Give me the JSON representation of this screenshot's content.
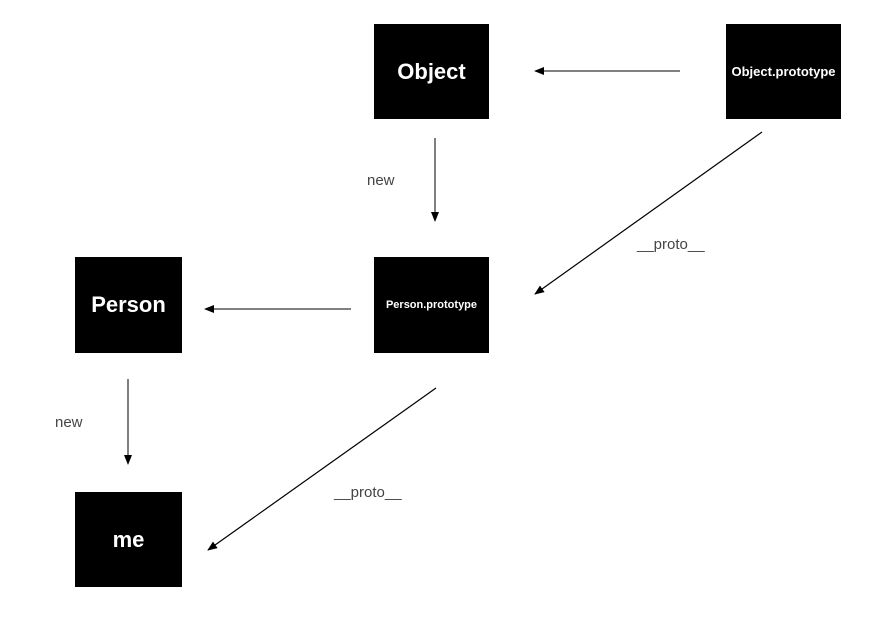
{
  "nodes": {
    "object": "Object",
    "object_prototype": "Object.prototype",
    "person_prototype": "Person.prototype",
    "person": "Person",
    "me": "me"
  },
  "edge_labels": {
    "new_object_to_person_prototype": "new",
    "proto_person_prototype_to_object_prototype": "__proto__",
    "new_person_to_me": "new",
    "proto_me_to_person_prototype": "__proto__"
  },
  "colors": {
    "node_fill": "#000000",
    "node_text": "#ffffff",
    "edge": "#000000",
    "label_text": "#444444"
  }
}
